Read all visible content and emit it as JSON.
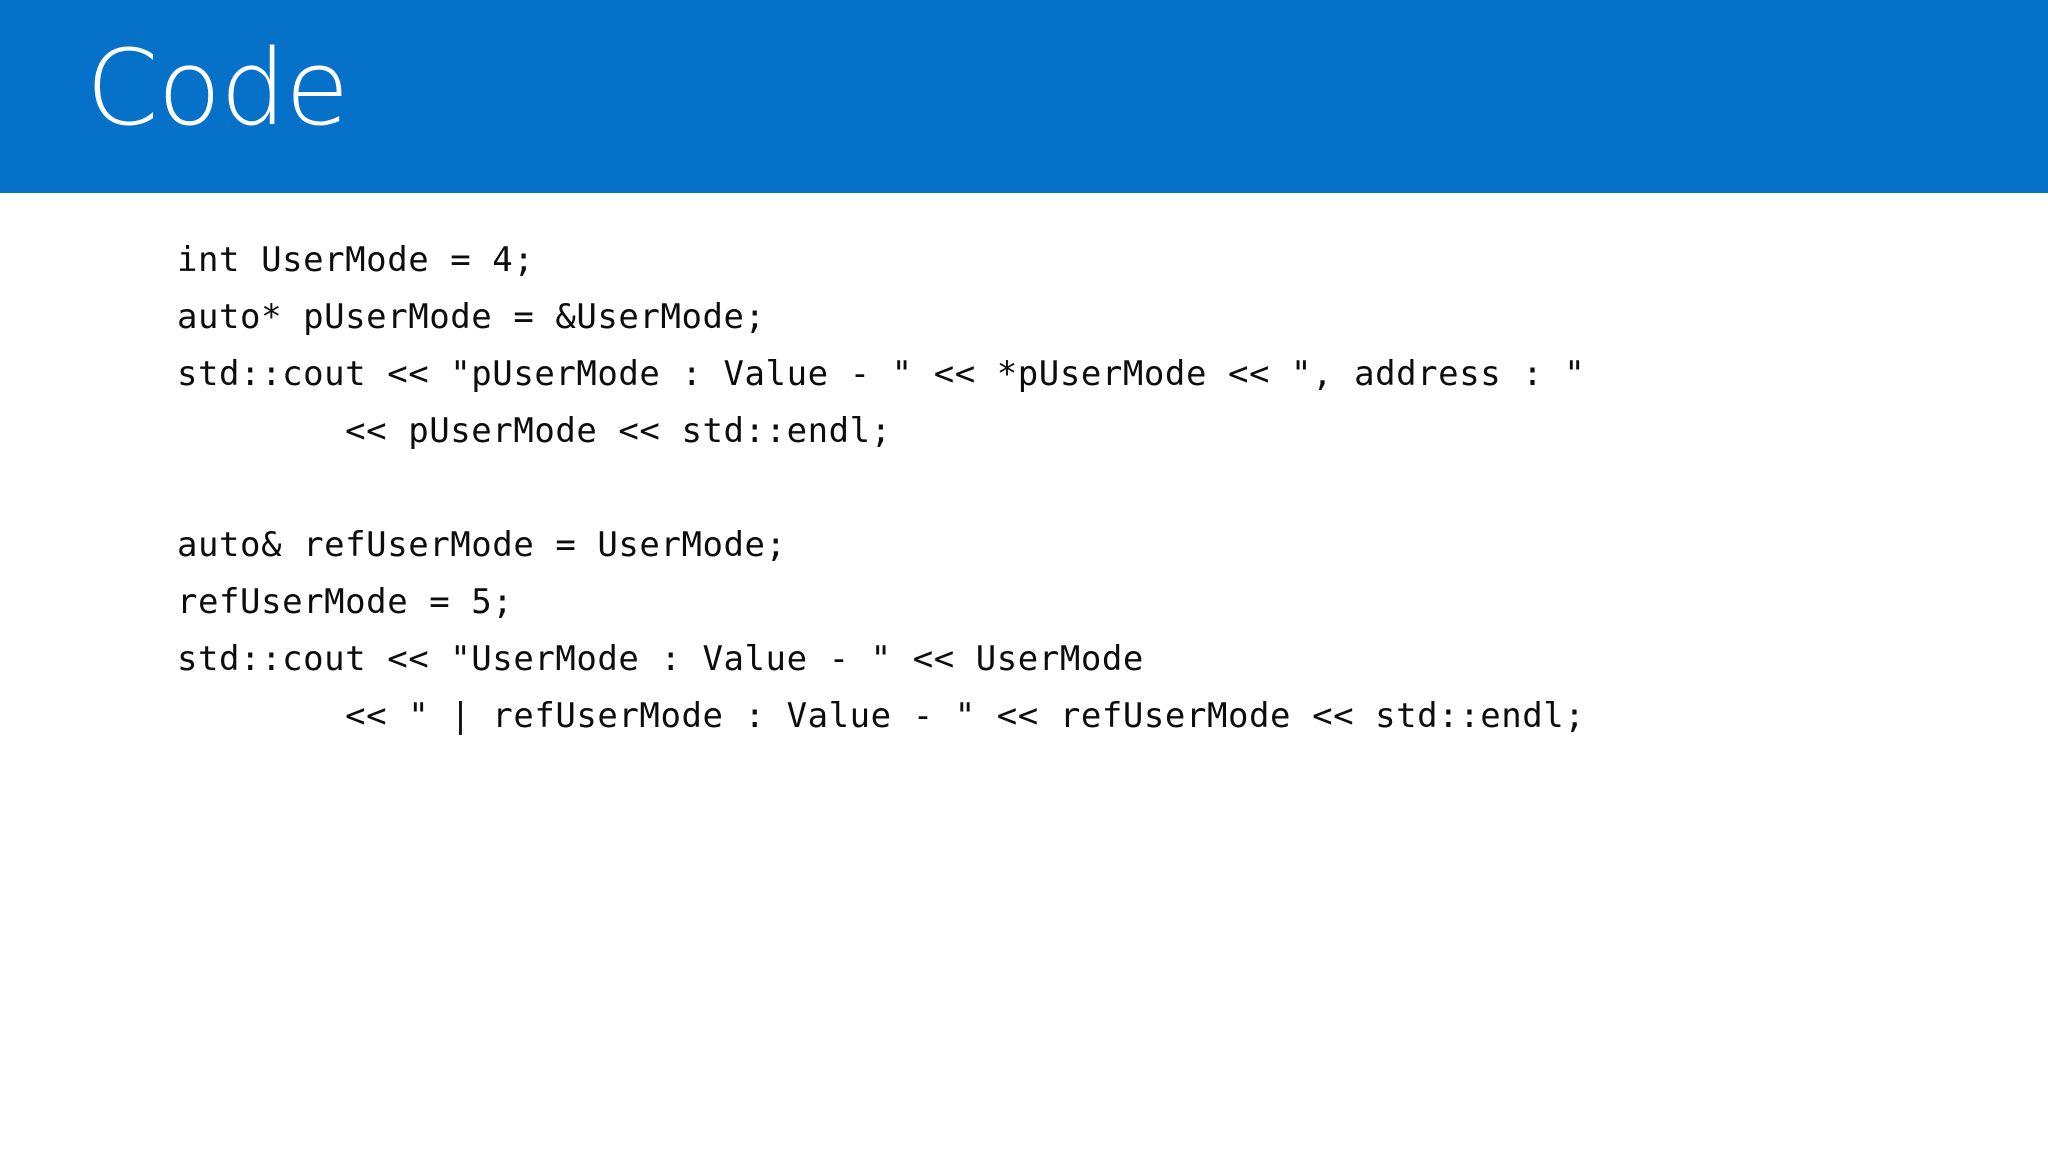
{
  "slide": {
    "title": "Code",
    "header_color": "#0571C8",
    "background_color": "#FFFFFF",
    "title_color": "#FFFFFF",
    "code_color": "#0D0D0D"
  },
  "code": {
    "language": "cpp",
    "lines": [
      "int UserMode = 4;",
      "auto* pUserMode = &UserMode;",
      "std::cout << \"pUserMode : Value - \" << *pUserMode << \", address : \"",
      "        << pUserMode << std::endl;",
      "",
      "auto& refUserMode = UserMode;",
      "refUserMode = 5;",
      "std::cout << \"UserMode : Value - \" << UserMode",
      "        << \" | refUserMode : Value - \" << refUserMode << std::endl;"
    ]
  }
}
